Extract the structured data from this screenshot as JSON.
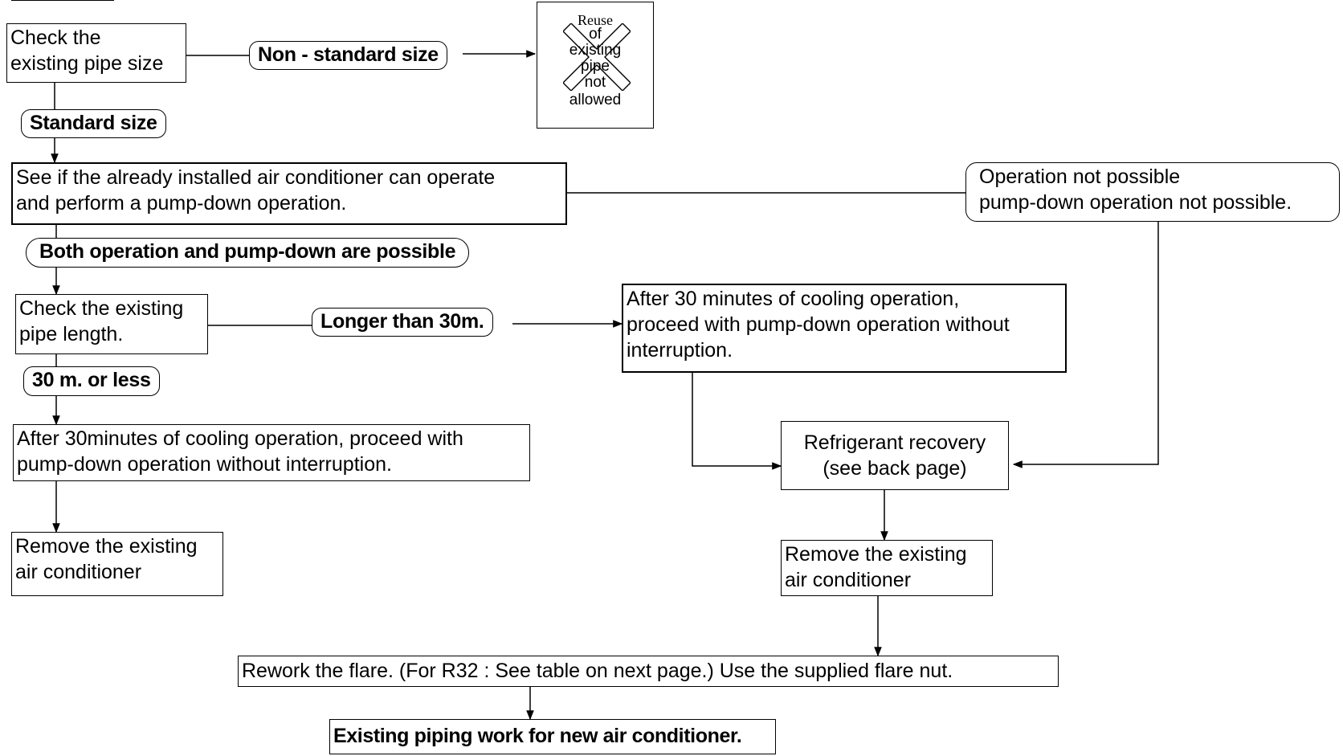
{
  "steps": {
    "check_pipe_size": [
      "Check the",
      "existing pipe size"
    ],
    "operation_check": [
      "See if the already installed air conditioner can operate",
      "and perform a pump-down operation."
    ],
    "operation_not_possible": [
      "Operation not possible",
      "pump-down operation not possible."
    ],
    "check_pipe_length": [
      "Check the existing",
      "pipe length."
    ],
    "cooling_long": [
      "After 30 minutes of cooling operation,",
      "proceed with pump-down operation without",
      "interruption."
    ],
    "cooling_short": [
      "After 30minutes of cooling operation, proceed with",
      "pump-down operation without interruption."
    ],
    "refrigerant_recovery": [
      "Refrigerant recovery",
      "(see back page)"
    ],
    "remove_left": [
      "Remove the existing",
      "air conditioner"
    ],
    "remove_right": [
      "Remove the existing",
      "air conditioner"
    ],
    "rework_flare": "Rework the flare. (For R32 : See table on next page.) Use the supplied flare nut.",
    "final": "Existing piping work for new air conditioner."
  },
  "conditions": {
    "non_standard": "Non - standard size",
    "standard": "Standard size",
    "both_possible": "Both operation and pump-down are possible",
    "longer": "Longer than 30m.",
    "shorter": "30 m. or less"
  },
  "no_reuse": {
    "lines": [
      "Reuse",
      "of",
      "existing",
      "pipe",
      "not",
      "allowed"
    ]
  }
}
